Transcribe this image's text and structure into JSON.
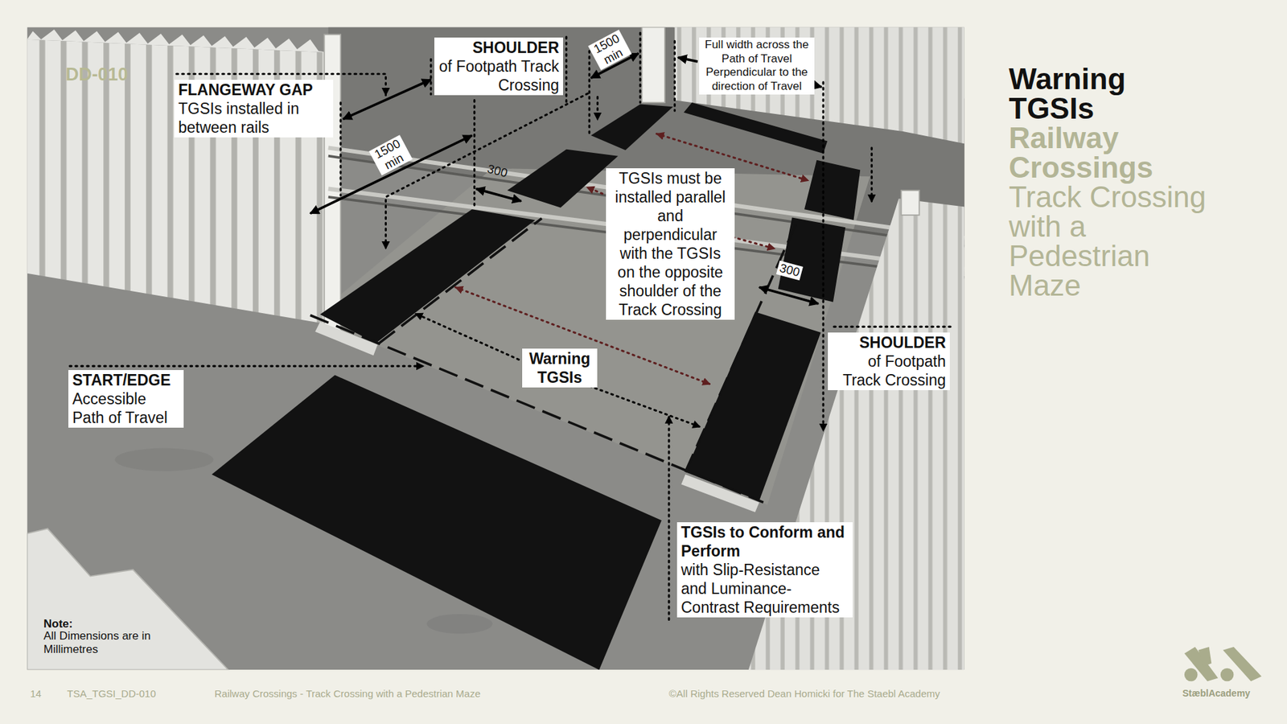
{
  "diagram": {
    "title": "Warning TGSIs",
    "nodes": [
      {
        "text": [
          "FLANGEWAY GAP",
          "TGSIs installed in between rails"
        ]
      },
      {
        "text": [
          "SHOULDER",
          "of Footpath Track Crossing"
        ]
      },
      {
        "text": [
          "Full width across the Path of Travel Perpendicular to the direction of Travel"
        ]
      },
      {
        "text": [
          "TGSIs must be installed parallel and perpendicular with the TGSIs on the opposite shoulder of the Track Crossing"
        ]
      },
      {
        "text": [
          "Warning TGSIs"
        ]
      },
      {
        "text": [
          "START/EDGE",
          "Accessible Path of Travel"
        ]
      },
      {
        "text": [
          "SHOULDER",
          "of Footpath Track Crossing"
        ]
      },
      {
        "text": [
          "TGSIs to Conform and Perform",
          "with Slip-Resistance and Luminance-Contrast Requirements"
        ]
      }
    ],
    "labels": [
      "DD-010",
      "1500 min",
      "1500 min",
      "300",
      "300",
      "Railway Crossings",
      "Track Crossing with a Pedestrian Maze",
      "Note:",
      "All Dimensions are in Millimetres",
      "14",
      "TSA_TGSI_DD-010",
      "Railway Crossings - Track Crossing with a Pedestrian Maze",
      "©All Rights Reserved Dean Homicki for The Staebl Academy",
      "StæblAcademy"
    ]
  }
}
